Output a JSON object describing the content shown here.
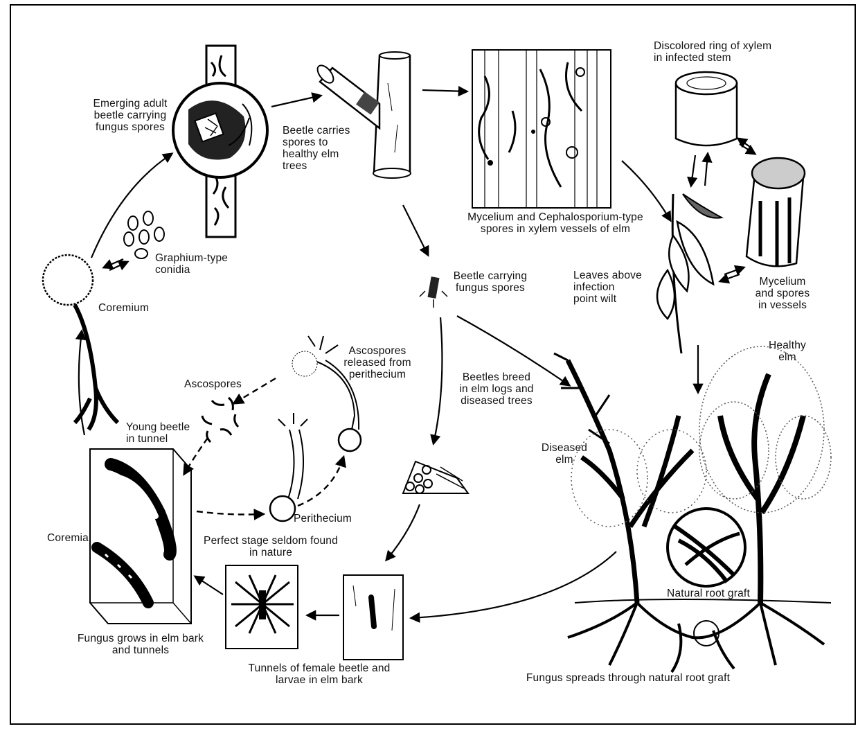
{
  "labels": {
    "emerging_adult": "Emerging adult\nbeetle carrying\nfungus spores",
    "beetle_carries": "Beetle carries\nspores to\nhealthy elm\ntrees",
    "mycelium_xylem": "Mycelium and Cephalosporium-type\nspores in xylem vessels of elm",
    "discolored_ring": "Discolored ring of xylem\nin infected stem",
    "graphium": "Graphium-type\nconidia",
    "coremium": "Coremium",
    "beetle_carrying": "Beetle carrying\nfungus spores",
    "leaves_wilt": "Leaves above\ninfection\npoint wilt",
    "mycelium_vessels": "Mycelium\nand spores\nin vessels",
    "healthy_elm": "Healthy\nelm",
    "ascospores_released": "Ascospores\nreleased from\nperithecium",
    "ascospores": "Ascospores",
    "beetles_breed": "Beetles breed\nin elm logs and\ndiseased trees",
    "young_beetle": "Young beetle\nin tunnel",
    "diseased_elm": "Diseased\nelm",
    "perithecium": "Perithecium",
    "coremia": "Coremia",
    "perfect_stage": "Perfect stage seldom found\nin nature",
    "natural_root_graft": "Natural root graft",
    "fungus_grows": "Fungus grows in elm bark\nand tunnels",
    "tunnels_female": "Tunnels of female beetle and\nlarvae in elm bark",
    "fungus_spreads": "Fungus spreads through natural root graft"
  }
}
